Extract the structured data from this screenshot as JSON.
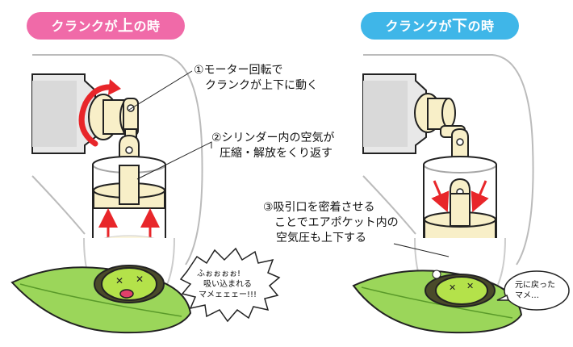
{
  "panels": {
    "up": {
      "title_pre": "クランクが",
      "title_hl": "上",
      "title_post": "の時",
      "color": "#f06aa8"
    },
    "down": {
      "title_pre": "クランクが",
      "title_hl": "下",
      "title_post": "の時",
      "color": "#3fb6e8"
    }
  },
  "annotations": {
    "a1": {
      "line1": "①モーター回転で",
      "line2": "クランクが上下に動く"
    },
    "a2": {
      "line1": "②シリンダー内の空気が",
      "line2": "圧縮・解放をくり返す"
    },
    "a3": {
      "line1": "③吸引口を密着させる",
      "line2": "ことでエアポケット内の",
      "line3": "空気圧も上下する"
    }
  },
  "bubbles": {
    "left": {
      "line1": "ふぉぉぉぉ!",
      "line2": "吸い込まれる",
      "line3": "マメェェェー!!!"
    },
    "right": {
      "line1": "元に戻った",
      "line2": "マメ…"
    }
  },
  "colors": {
    "cream": "#f8efc8",
    "leaf": "#9bd65a",
    "bean": "#b4e24a",
    "arrow_red": "#e8262a",
    "outline": "#222222"
  }
}
